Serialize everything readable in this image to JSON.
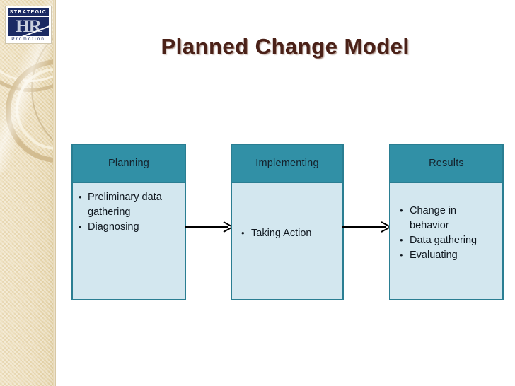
{
  "slide": {
    "title": "Planned Change Model",
    "title_color": "#4A2118",
    "background": "#FFFFFF"
  },
  "logo": {
    "name": "strategic-hr-promotion-logo",
    "top_text": "STRATEGIC",
    "main_text": "HR",
    "bottom_text": "Promotion",
    "background_color": "#1B2A63",
    "text_color": "#C9CFDE"
  },
  "sidebar": {
    "name": "decorative-sidebar",
    "background_color": "#ECDDBA",
    "accent_color": "#CEB688"
  },
  "diagram": {
    "type": "process-flow",
    "header_color": "#3190A6",
    "body_color": "#D3E7EF",
    "border_color": "#2A7E92",
    "stages": [
      {
        "id": "planning",
        "header": "Planning",
        "bullets": [
          "Preliminary data gathering",
          "Diagnosing"
        ],
        "align": "top"
      },
      {
        "id": "implementing",
        "header": "Implementing",
        "bullets": [
          "Taking Action"
        ],
        "align": "center"
      },
      {
        "id": "results",
        "header": "Results",
        "bullets": [
          "Change in behavior",
          "Data gathering",
          "Evaluating"
        ],
        "align": "center"
      }
    ],
    "connectors": [
      {
        "id": "arrow-planning-to-implementing",
        "from": "planning",
        "to": "implementing",
        "style": "open-arrow",
        "color": "#000000"
      },
      {
        "id": "arrow-implementing-to-results",
        "from": "implementing",
        "to": "results",
        "style": "open-arrow",
        "color": "#000000"
      }
    ]
  }
}
